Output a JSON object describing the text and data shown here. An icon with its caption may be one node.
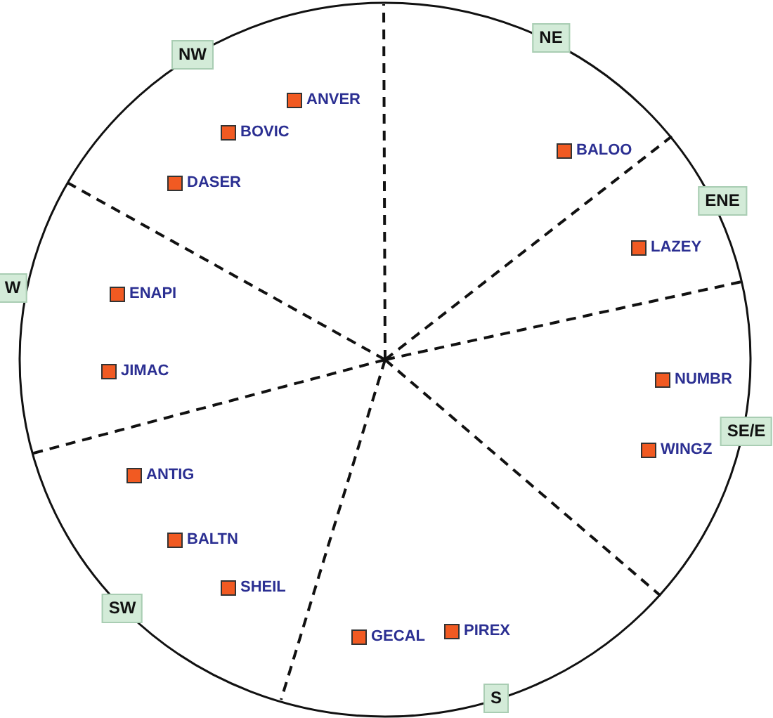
{
  "diagram": {
    "nodes": [
      {
        "text": [
          "NE"
        ]
      },
      {
        "text": [
          "NW"
        ]
      },
      {
        "text": [
          "ENE"
        ]
      },
      {
        "text": [
          "W"
        ]
      },
      {
        "text": [
          "SE/E"
        ]
      },
      {
        "text": [
          "SW"
        ]
      },
      {
        "text": [
          "S"
        ]
      }
    ],
    "labels": [
      "ANVER",
      "BOVIC",
      "BALOO",
      "DASER",
      "LAZEY",
      "ENAPI",
      "JIMAC",
      "NUMBR",
      "WINGZ",
      "ANTIG",
      "BALTN",
      "SHEIL",
      "PIREX",
      "GECAL"
    ]
  }
}
